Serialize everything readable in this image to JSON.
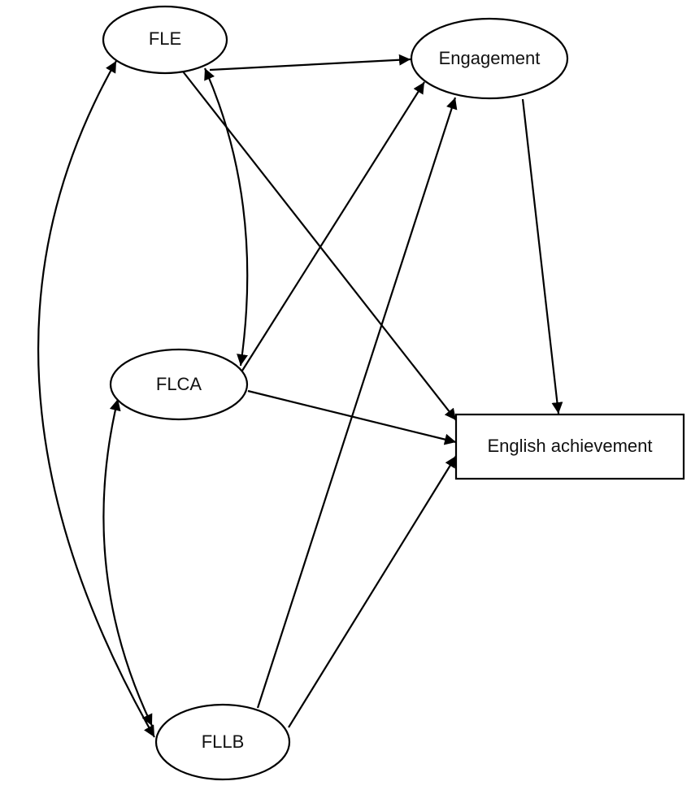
{
  "diagram": {
    "nodes": {
      "fle": {
        "label": "FLE",
        "shape": "ellipse"
      },
      "engagement": {
        "label": "Engagement",
        "shape": "ellipse"
      },
      "flca": {
        "label": "FLCA",
        "shape": "ellipse"
      },
      "fllb": {
        "label": "FLLB",
        "shape": "ellipse"
      },
      "english_achievement": {
        "label": "English achievement",
        "shape": "rectangle"
      }
    },
    "edges": [
      {
        "from": "FLE",
        "to": "Engagement",
        "type": "directed"
      },
      {
        "from": "FLE",
        "to": "English achievement",
        "type": "directed"
      },
      {
        "from": "FLE",
        "to": "FLCA",
        "type": "bidirectional"
      },
      {
        "from": "FLE",
        "to": "FLLB",
        "type": "bidirectional"
      },
      {
        "from": "FLCA",
        "to": "Engagement",
        "type": "directed"
      },
      {
        "from": "FLCA",
        "to": "English achievement",
        "type": "directed"
      },
      {
        "from": "FLCA",
        "to": "FLLB",
        "type": "bidirectional"
      },
      {
        "from": "FLLB",
        "to": "Engagement",
        "type": "directed"
      },
      {
        "from": "FLLB",
        "to": "English achievement",
        "type": "directed"
      },
      {
        "from": "Engagement",
        "to": "English achievement",
        "type": "directed"
      }
    ]
  }
}
